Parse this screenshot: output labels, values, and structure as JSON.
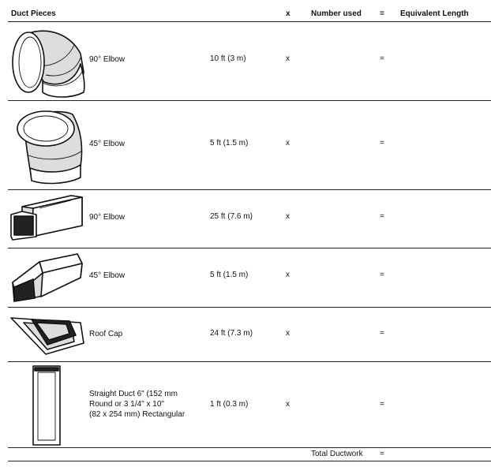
{
  "header": {
    "col_pieces": "Duct Pieces",
    "col_x": "x",
    "col_number": "Number used",
    "col_eq": "=",
    "col_equiv": "Equivalent Length"
  },
  "rows": [
    {
      "name": "90° Elbow",
      "length": "10 ft (3 m)",
      "x": "x",
      "eq": "=",
      "icon": "round-90-elbow-icon"
    },
    {
      "name": "45° Elbow",
      "length": "5 ft (1.5 m)",
      "x": "x",
      "eq": "=",
      "icon": "round-45-elbow-icon"
    },
    {
      "name": "90° Elbow",
      "length": "25 ft (7.6 m)",
      "x": "x",
      "eq": "=",
      "icon": "rectangular-90-elbow-icon"
    },
    {
      "name": "45° Elbow",
      "length": "5 ft (1.5 m)",
      "x": "x",
      "eq": "=",
      "icon": "rectangular-45-elbow-icon"
    },
    {
      "name": "Roof Cap",
      "length": "24 ft (7.3 m)",
      "x": "x",
      "eq": "=",
      "icon": "roof-cap-icon"
    },
    {
      "name_lines": [
        "Straight Duct 6\" (152 mm",
        "Round or 3 1/4\" x 10\"",
        "(82 x 254 mm) Rectangular"
      ],
      "length": "1 ft (0.3 m)",
      "x": "x",
      "eq": "=",
      "icon": "straight-duct-icon"
    }
  ],
  "total": {
    "label": "Total Ductwork",
    "eq": "="
  }
}
